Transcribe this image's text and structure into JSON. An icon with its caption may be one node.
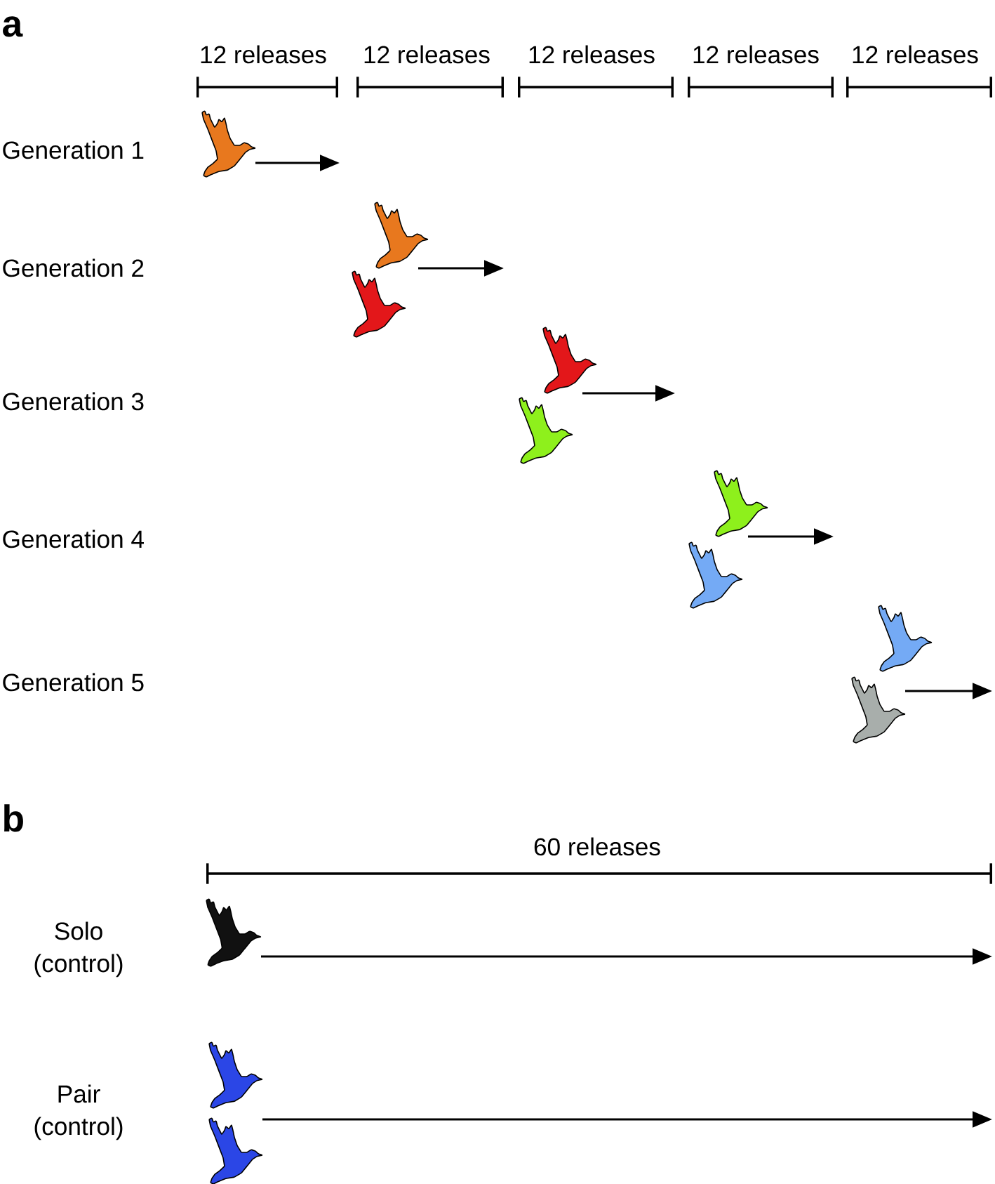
{
  "diagram": {
    "nodes": [
      {
        "text": [],
        "shape": "bird"
      },
      {
        "text": [],
        "shape": "bird"
      },
      {
        "text": [],
        "shape": "bird"
      },
      {
        "text": [],
        "shape": "bird"
      },
      {
        "text": [],
        "shape": "bird"
      },
      {
        "text": [],
        "shape": "bird"
      },
      {
        "text": [],
        "shape": "bird"
      },
      {
        "text": [],
        "shape": "bird"
      },
      {
        "text": [],
        "shape": "bird"
      },
      {
        "text": [],
        "shape": "bird"
      },
      {
        "text": [],
        "shape": "bird"
      },
      {
        "text": [],
        "shape": "bird"
      }
    ],
    "edges": [
      {
        "from": 0,
        "to": null,
        "arrow": "to"
      },
      {
        "from": 1,
        "to": null,
        "arrow": "to"
      },
      {
        "from": 3,
        "to": null,
        "arrow": "to"
      },
      {
        "from": 5,
        "to": null,
        "arrow": "to"
      },
      {
        "from": 8,
        "to": null,
        "arrow": "to"
      },
      {
        "from": 9,
        "to": null,
        "arrow": "to"
      },
      {
        "from": 11,
        "to": null,
        "arrow": "to"
      }
    ],
    "labels": [
      "a",
      "12 releases",
      "12 releases",
      "12 releases",
      "12 releases",
      "12 releases",
      "Generation 1",
      "Generation 2",
      "Generation 3",
      "Generation 4",
      "Generation 5",
      "b",
      "60 releases",
      "Solo (control)",
      "Pair (control)"
    ]
  }
}
